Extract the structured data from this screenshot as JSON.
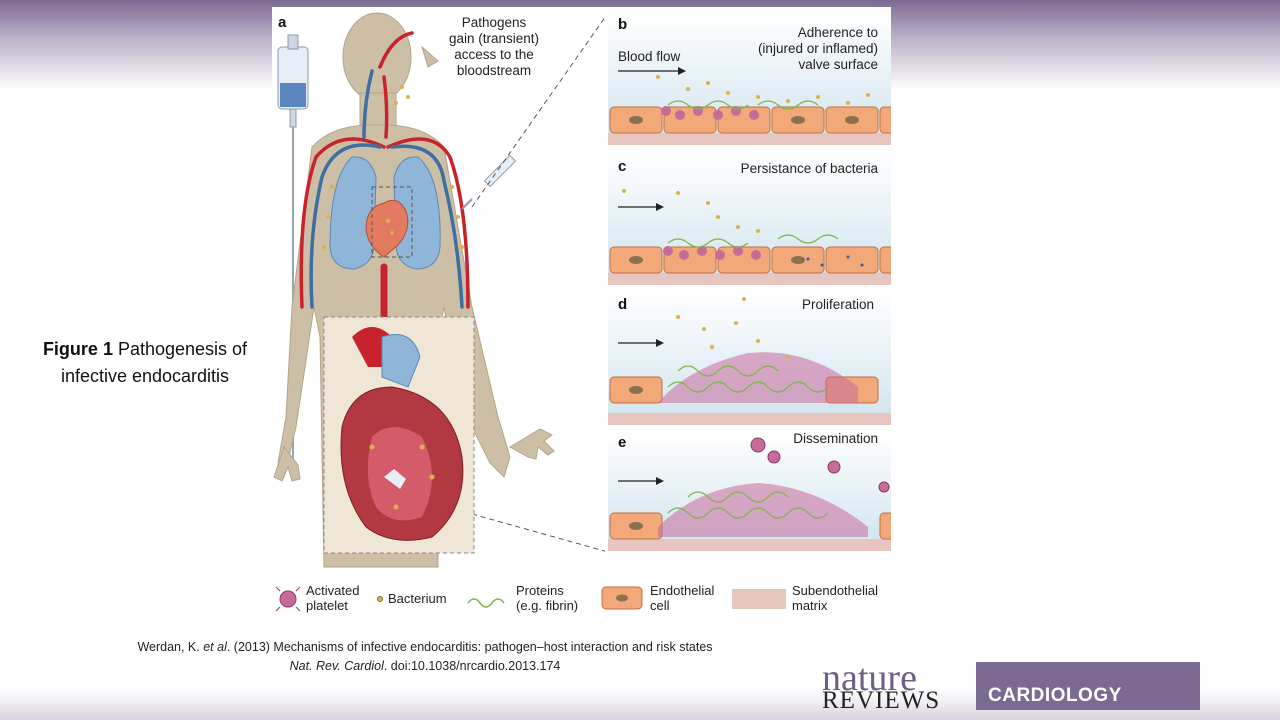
{
  "slide_title": {
    "bold": "Figure 1",
    "rest": " Pathogenesis of infective endocarditis"
  },
  "panel_a": {
    "letter": "a",
    "caption": [
      "Pathogens",
      "gain (transient)",
      "access to the",
      "bloodstream"
    ]
  },
  "panels": [
    {
      "letter": "b",
      "caption": [
        "Adherence to",
        "(injured or inflamed)",
        "valve surface"
      ],
      "flow_label": "Blood flow"
    },
    {
      "letter": "c",
      "caption": [
        "Persistance of bacteria"
      ],
      "flow_label": ""
    },
    {
      "letter": "d",
      "caption": [
        "Proliferation"
      ],
      "flow_label": ""
    },
    {
      "letter": "e",
      "caption": [
        "Dissemination"
      ],
      "flow_label": ""
    }
  ],
  "legend": [
    {
      "label": [
        "Activated",
        "platelet"
      ],
      "icon": "platelet-icon"
    },
    {
      "label": [
        "Bacterium"
      ],
      "icon": "bacterium-icon"
    },
    {
      "label": [
        "Proteins",
        "(e.g. fibrin)"
      ],
      "icon": "protein-icon"
    },
    {
      "label": [
        "Endothelial",
        "cell"
      ],
      "icon": "endothelial-cell-icon"
    },
    {
      "label": [
        "Subendothelial",
        "matrix"
      ],
      "icon": "matrix-icon"
    }
  ],
  "citation": {
    "line1_pre": "Werdan, K. ",
    "line1_italic": "et al",
    "line1_post": ". (2013) Mechanisms of infective endocarditis: pathogen–host interaction and risk states",
    "line2_italic": "Nat. Rev. Cardiol",
    "line2_post": ". doi:10.1038/nrcardio.2013.174"
  },
  "logo": {
    "nature": "nature",
    "reviews": "REVIEWS",
    "cardiology": "CARDIOLOGY"
  },
  "colors": {
    "brand_purple": "#7b6a92",
    "body_tan": "#cdbfa6",
    "artery_red": "#c8232c",
    "vein_blue": "#3d6fa3",
    "lung_blue": "#8fb6d8",
    "platelet_pink": "#c86a9a",
    "bacterium_yellow": "#d9b24a",
    "fibrin_green": "#7ab648",
    "endothelial_orange": "#f2a878",
    "matrix_pink": "#e8c6c0"
  }
}
